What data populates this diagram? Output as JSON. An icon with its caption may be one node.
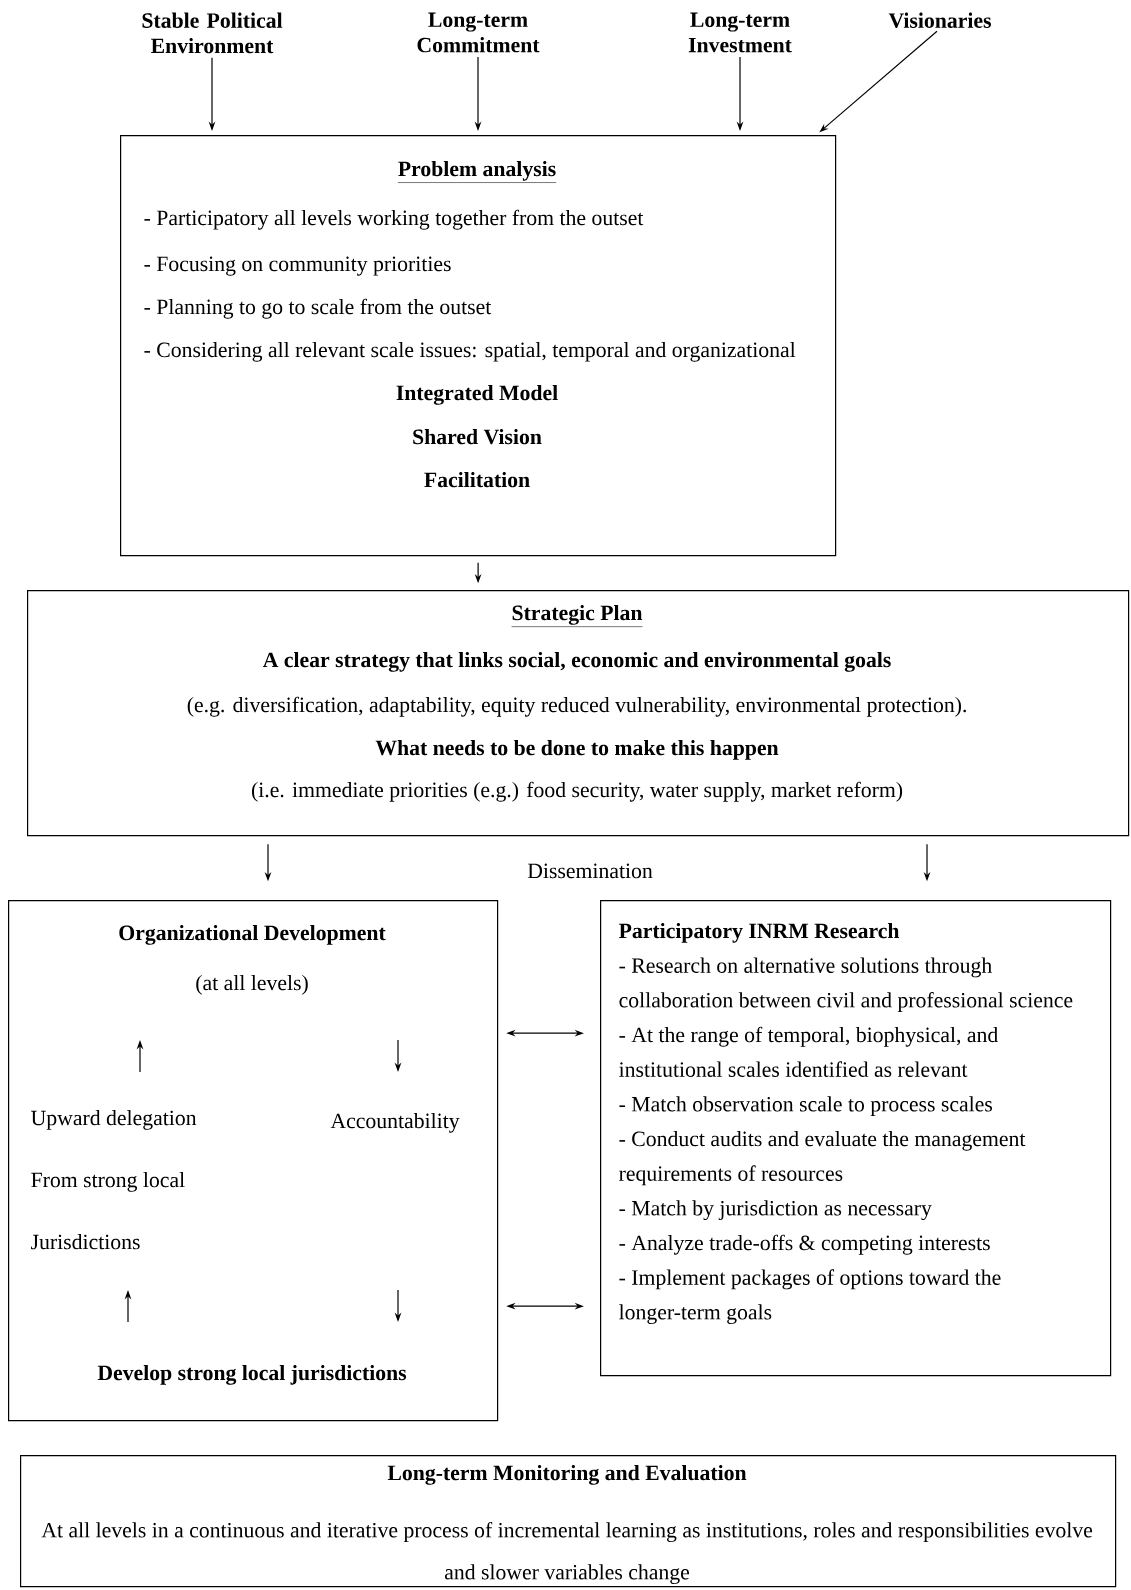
{
  "diagram": {
    "nodes": [
      {
        "text": [
          "Stable Political Environment"
        ]
      },
      {
        "text": [
          "Long-term Commitment"
        ]
      },
      {
        "text": [
          "Long-term Investment"
        ]
      },
      {
        "text": [
          "Visionaries"
        ]
      },
      {
        "text": [
          "Problem analysis",
          "- Participatory all levels working together from the outset",
          "- Focusing on community priorities",
          "- Planning to go to scale from the outset",
          "- Considering all relevant scale issues: spatial, temporal and organizational",
          "Integrated Model",
          "Shared Vision",
          "Facilitation"
        ]
      },
      {
        "text": [
          "Strategic Plan",
          "A clear strategy that links social, economic and environmental goals",
          "(e.g. diversification, adaptability, equity reduced vulnerability, environmental protection).",
          "What needs to be done to make this happen",
          "(i.e. immediate priorities (e.g.) food security, water supply, market reform)"
        ]
      },
      {
        "text": [
          "Organizational Development",
          "(at all levels)",
          "Upward delegation From strong local Jurisdictions",
          "Accountability",
          "Develop strong local jurisdictions"
        ]
      },
      {
        "text": [
          "Participatory INRM Research",
          "- Research on alternative solutions through collaboration between civil and professional science",
          "- At the range of temporal, biophysical, and institutional scales identified as relevant",
          "- Match observation scale to process scales",
          "- Conduct audits and evaluate the management requirements of resources",
          "- Match by jurisdiction as necessary",
          "- Analyze trade-offs & competing interests",
          "- Implement packages of options toward the longer-term goals"
        ]
      },
      {
        "text": [
          "Long-term Monitoring and Evaluation",
          "At all levels in a continuous and iterative process of incremental learning as institutions, roles and responsibilities evolve and slower variables change"
        ]
      }
    ],
    "edges": [
      {
        "from": 0,
        "to": 4,
        "arrow": "to"
      },
      {
        "from": 1,
        "to": 4,
        "arrow": "to"
      },
      {
        "from": 2,
        "to": 4,
        "arrow": "to"
      },
      {
        "from": 3,
        "to": 4,
        "arrow": "to"
      },
      {
        "from": 4,
        "to": 5,
        "arrow": "to"
      },
      {
        "from": 5,
        "to": 6,
        "arrow": "to"
      },
      {
        "from": 5,
        "to": 7,
        "arrow": "to"
      },
      {
        "from": 6,
        "to": 7,
        "arrow": "both"
      },
      {
        "from": 6,
        "to": 7,
        "arrow": "both"
      }
    ],
    "labels": [
      "Dissemination"
    ]
  }
}
